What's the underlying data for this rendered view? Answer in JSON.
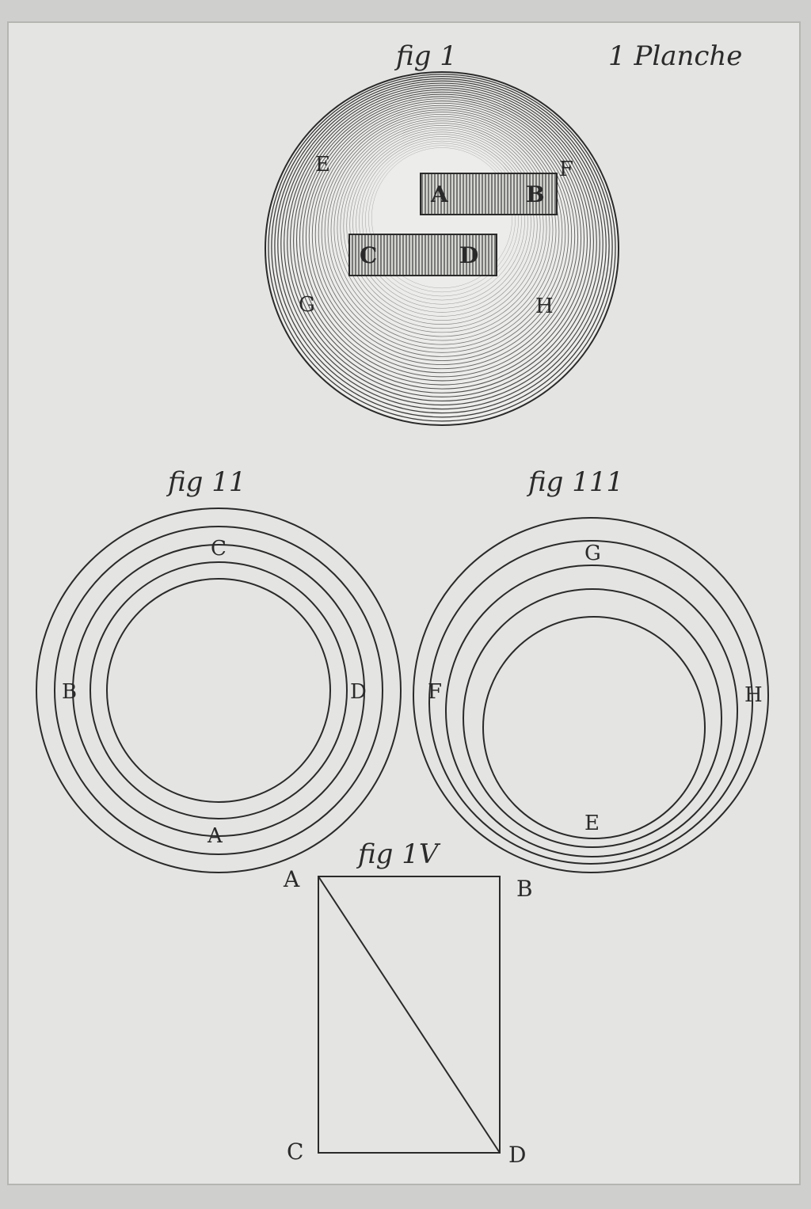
{
  "plate": {
    "title": "1 Planche",
    "ink_color": "#2a2a2a",
    "paper_color": "#e4e4e2"
  },
  "figures": {
    "fig1": {
      "caption": "fig 1",
      "labels": {
        "e": "E",
        "f": "F",
        "g": "G",
        "h": "H",
        "a": "A",
        "b": "B",
        "c": "C",
        "d": "D"
      }
    },
    "fig2": {
      "caption": "fig 11",
      "labels": {
        "c": "C",
        "b": "B",
        "d": "D",
        "a": "A"
      }
    },
    "fig3": {
      "caption": "fig 111",
      "labels": {
        "g": "G",
        "f": "F",
        "h": "H",
        "e": "E"
      }
    },
    "fig4": {
      "caption": "fig 1V",
      "labels": {
        "a": "A",
        "b": "B",
        "c": "C",
        "d": "D"
      }
    }
  }
}
